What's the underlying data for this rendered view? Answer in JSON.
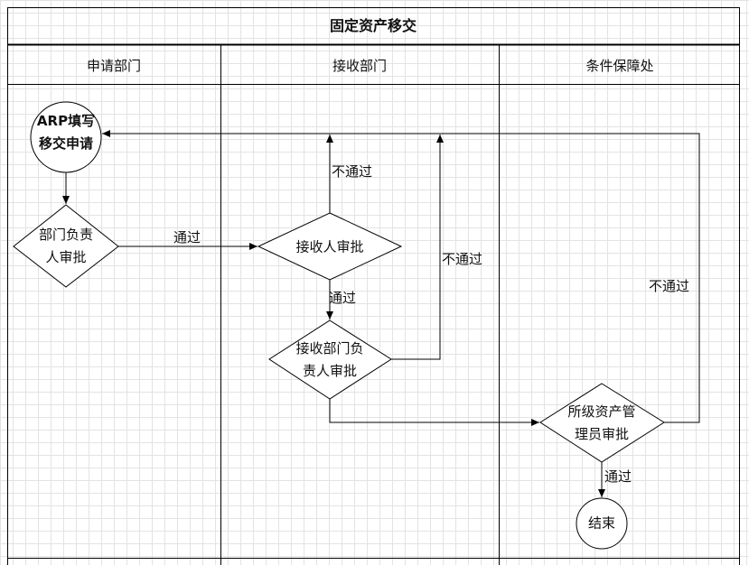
{
  "title": "固定资产移交",
  "lanes": [
    "申请部门",
    "接收部门",
    "条件保障处"
  ],
  "nodes": {
    "start": {
      "line1": "ARP填写",
      "line2": "移交申请"
    },
    "dept_head": {
      "line1": "部门负责",
      "line2": "人审批"
    },
    "receiver": {
      "line1": "接收人审批"
    },
    "receiver_head": {
      "line1": "接收部门负",
      "line2": "责人审批"
    },
    "asset_admin": {
      "line1": "所级资产管",
      "line2": "理员审批"
    },
    "end": {
      "line1": "结束"
    }
  },
  "edges": {
    "pass_1": "通过",
    "fail_receiver": "不通过",
    "pass_2": "通过",
    "fail_receiver_head": "不通过",
    "fail_admin": "不通过",
    "pass_3": "通过"
  }
}
